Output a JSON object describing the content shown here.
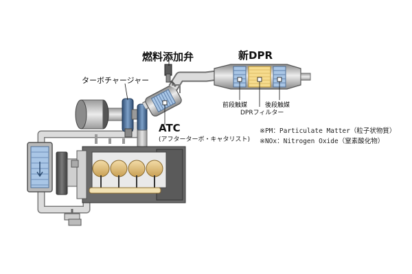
{
  "labels": {
    "fuel_valve": "燃料添加弁",
    "new_dpr": "新DPR",
    "turbocharger": "ターボチャージャー",
    "front_catalyst": "前段触媒",
    "rear_catalyst": "後段触媒",
    "dpr_filter": "DPRフィルター",
    "atc": "ATC",
    "atc_sub": "(アフターターボ・キャタリスト)"
  },
  "notes": {
    "pm": "※PM：Particulate Matter（粒子状物質）",
    "nox": "※NOx：Nitrogen Oxide（窒素酸化物）"
  },
  "colors": {
    "pipe": "#c8c8c8",
    "pipe_edge": "#6f6f6f",
    "catalyst_blue": "#a9c6e6",
    "filter_yellow": "#f6dc8e",
    "cylinder": "#e2c07a",
    "engine_dark": "#595959",
    "turbo_blue": "#4a6f99"
  }
}
